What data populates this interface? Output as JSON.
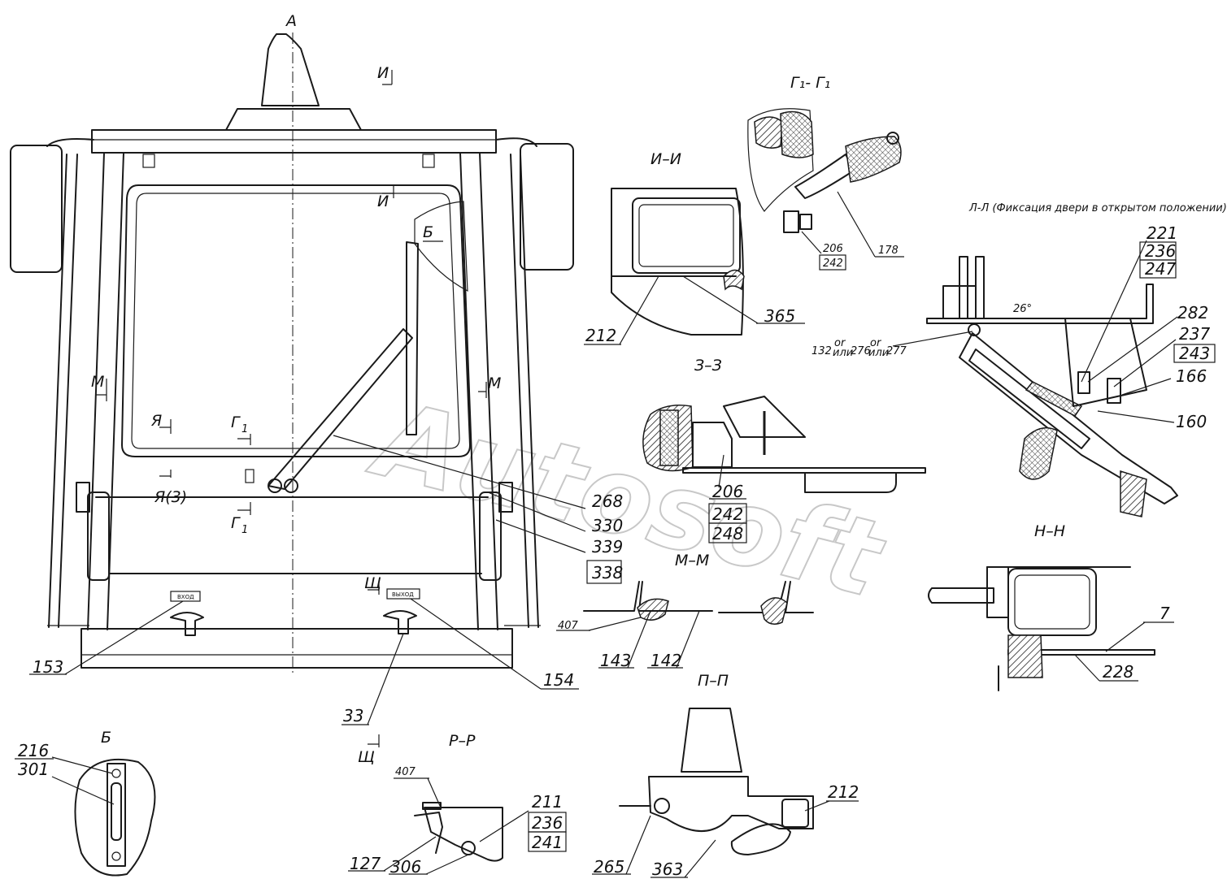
{
  "watermark": "Autosoft",
  "main_view": {
    "view_letter": "А",
    "plate_left": "ВХОД",
    "plate_right": "ВЫХОД",
    "cut_marks": {
      "i_top": "И",
      "i_mid": "И",
      "b": "Б",
      "m_left": "М",
      "m_right": "М",
      "ya_top": "Я",
      "g1_top": "Г",
      "g1_bottom": "Г",
      "g1_sub": "1",
      "ya3": "Я(3)",
      "sch": "Щ"
    },
    "callouts": {
      "c268": "268",
      "c330": "330",
      "c339": "339",
      "c338": "338",
      "c153": "153",
      "c154": "154",
      "c33": "33"
    }
  },
  "section_ii": {
    "title": "И–И",
    "callouts": {
      "c212": "212",
      "c365": "365"
    }
  },
  "section_g1": {
    "title": "Г₁- Г₁",
    "callouts": {
      "c206": "206",
      "c242": "242",
      "c178": "178"
    }
  },
  "section_ll": {
    "title": "Л-Л (Фиксация двери в открытом положении)",
    "angle": "26°",
    "callouts": {
      "c221": "221",
      "c236": "236",
      "c247": "247",
      "c282": "282",
      "c237": "237",
      "c243": "243",
      "c166": "166",
      "c160": "160"
    },
    "alt_callout": {
      "a": "132",
      "b": "276",
      "c": "277",
      "or": "or",
      "ili": "или"
    }
  },
  "section_zz": {
    "title": "З–З",
    "callouts": {
      "c206": "206",
      "c242": "242",
      "c248": "248"
    }
  },
  "section_mm": {
    "title": "М–М",
    "callouts": {
      "c407": "407",
      "c143": "143",
      "c142": "142"
    }
  },
  "section_nn": {
    "title": "Н–Н",
    "callouts": {
      "c7": "7",
      "c228": "228"
    }
  },
  "view_b": {
    "title": "Б",
    "callouts": {
      "c216": "216",
      "c301": "301"
    }
  },
  "section_rr": {
    "title": "Р–Р",
    "sch": "Щ",
    "callouts": {
      "c407": "407",
      "c211": "211",
      "c236": "236",
      "c241": "241",
      "c127": "127",
      "c306": "306"
    }
  },
  "section_pp": {
    "title": "П–П",
    "callouts": {
      "c212": "212",
      "c265": "265",
      "c363": "363"
    }
  }
}
